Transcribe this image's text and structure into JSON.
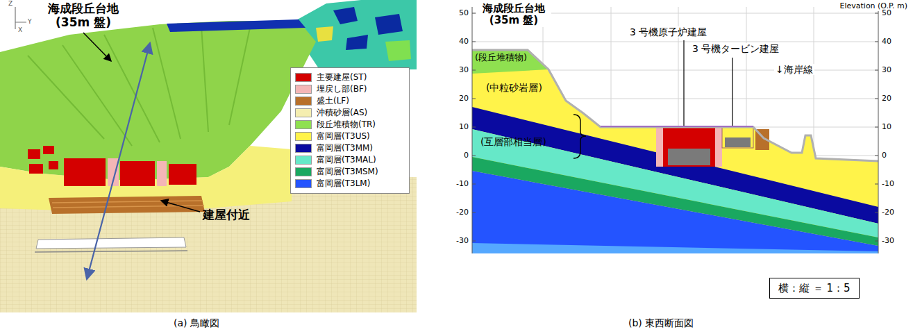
{
  "diagram": {
    "nodes": [
      {
        "text": [
          "横：縦 ＝ 1：5"
        ]
      }
    ],
    "labels": [
      "海成段丘台地 (35m 盤)",
      "建屋付近",
      "Z",
      "Y",
      "X",
      "(a) 鳥瞰図",
      "海成段丘台地 (35m 盤)",
      "Elevation (O.P. m)",
      "(段丘堆積物)",
      "(中粒砂岩層)",
      "3 号機原子炉建屋",
      "3 号機タービン建屋",
      "↓海岸線",
      "(互層部相当層)",
      "(b) 東西断面図",
      "50",
      "40",
      "30",
      "20",
      "10",
      "0",
      "-10",
      "-20",
      "-30",
      "50",
      "40",
      "30",
      "20",
      "10",
      "0",
      "-10",
      "-20",
      "-30"
    ],
    "legend": [
      {
        "text": "主要建屋(ST)",
        "color": "#d40000"
      },
      {
        "text": "埋戻し部(BF)",
        "color": "#f4b6b6"
      },
      {
        "text": "盛土(LF)",
        "color": "#b8702a"
      },
      {
        "text": "沖積砂層(AS)",
        "color": "#f5eeb0"
      },
      {
        "text": "段丘堆積物(TR)",
        "color": "#8fe050"
      },
      {
        "text": "富岡層(T3US)",
        "color": "#fff34a"
      },
      {
        "text": "富岡層(T3MM)",
        "color": "#0a0aa0"
      },
      {
        "text": "富岡層(T3MAL)",
        "color": "#66e8c8"
      },
      {
        "text": "富岡層(T3MSM)",
        "color": "#1aa860"
      },
      {
        "text": "富岡層(T3LM)",
        "color": "#2454ff"
      }
    ]
  }
}
